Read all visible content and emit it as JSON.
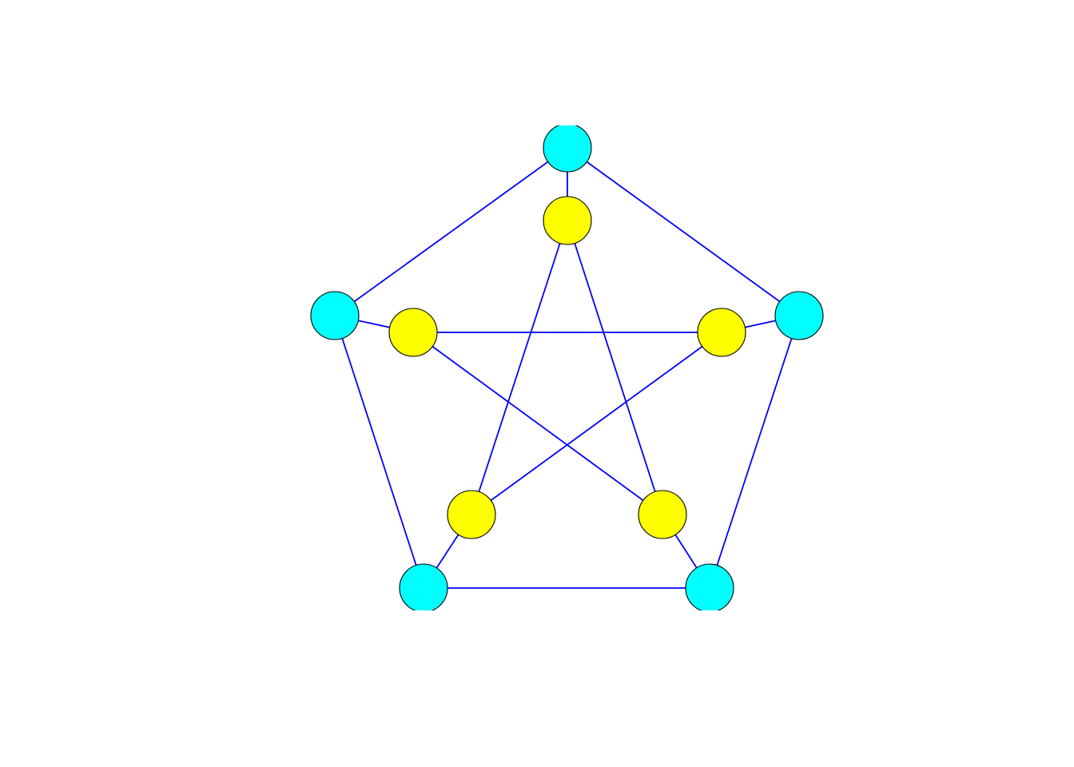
{
  "graph": {
    "kind": "Petersen graph",
    "edge_color": "#0000ff",
    "node_outline_color": "#000000",
    "outer_node_color": "#00ffff",
    "inner_node_color": "#ffff00",
    "outer_nodes": [
      "o1",
      "o2",
      "o3",
      "o4",
      "o5"
    ],
    "inner_nodes": [
      "i1",
      "i2",
      "i3",
      "i4",
      "i5"
    ],
    "edges": [
      [
        "o1",
        "o2"
      ],
      [
        "o2",
        "o4"
      ],
      [
        "o4",
        "o5"
      ],
      [
        "o5",
        "o3"
      ],
      [
        "o3",
        "o1"
      ],
      [
        "o1",
        "i1"
      ],
      [
        "o2",
        "i2"
      ],
      [
        "o3",
        "i3"
      ],
      [
        "o4",
        "i4"
      ],
      [
        "o5",
        "i5"
      ],
      [
        "i1",
        "i4"
      ],
      [
        "i1",
        "i5"
      ],
      [
        "i2",
        "i3"
      ],
      [
        "i2",
        "i5"
      ],
      [
        "i3",
        "i4"
      ]
    ]
  }
}
